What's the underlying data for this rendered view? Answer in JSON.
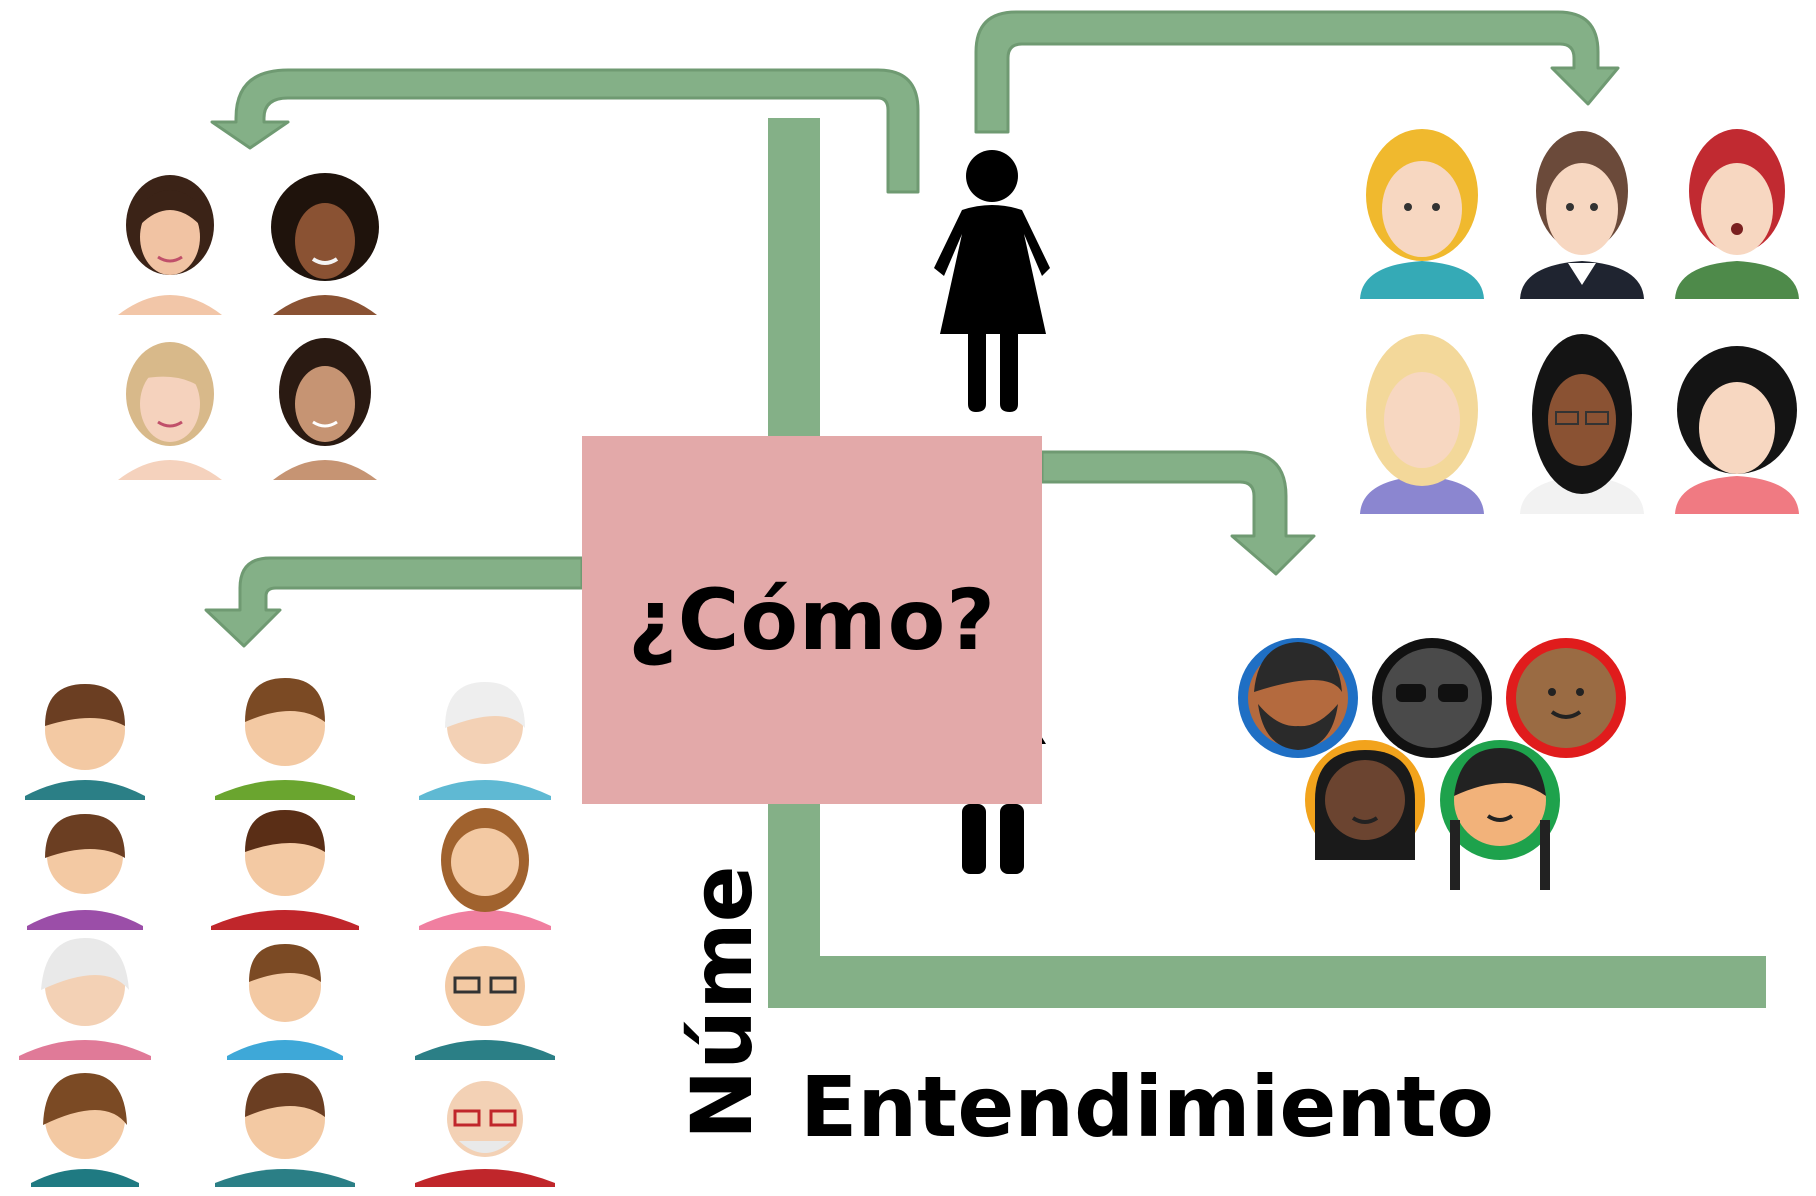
{
  "center_label": "¿Cómo?",
  "x_axis_label": "Entendimiento",
  "y_axis_label": "Núme",
  "colors": {
    "arrow": "#84b087",
    "arrow_outline": "#6f9a72",
    "center_box": "#e3a9a9",
    "text": "#000000"
  },
  "icons": {
    "center_figure": "woman-restroom-icon",
    "groups": [
      "women-avatars-realistic",
      "women-avatars-cartoon",
      "diverse-emoji-faces",
      "people-avatars-grid"
    ]
  }
}
